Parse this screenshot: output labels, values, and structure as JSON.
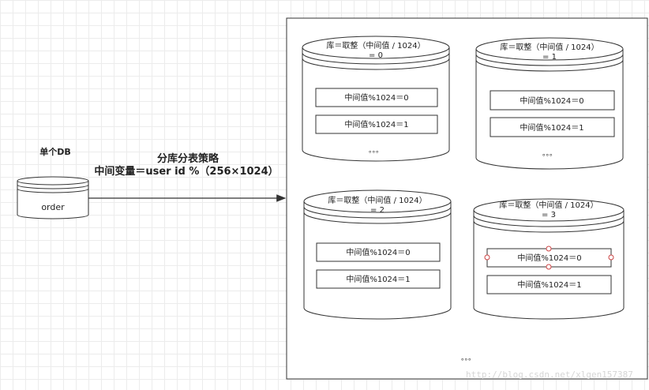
{
  "single_db": {
    "title": "单个DB",
    "table_name": "order"
  },
  "strategy": {
    "title": "分库分表策略",
    "formula": "中间变量＝user id %（256×1024）"
  },
  "databases": [
    {
      "label_line1": "库＝取整（中间值 / 1024）",
      "label_line2": "= 0",
      "tables": [
        "中间值%1024＝0",
        "中间值%1024＝1"
      ],
      "more": "。。。"
    },
    {
      "label_line1": "库＝取整（中间值 / 1024）",
      "label_line2": "= 1",
      "tables": [
        "中间值%1024＝0",
        "中间值%1024＝1"
      ],
      "more": "。。。"
    },
    {
      "label_line1": "库＝取整（中间值 / 1024）",
      "label_line2": "= 2",
      "tables": [
        "中间值%1024＝0",
        "中间值%1024＝1"
      ],
      "more": ""
    },
    {
      "label_line1": "库＝取整（中间值 / 1024）",
      "label_line2": "= 3",
      "tables": [
        "中间值%1024＝0",
        "中间值%1024＝1"
      ],
      "more": ""
    }
  ],
  "more_databases": "。。。",
  "watermark": "http://blog.csdn.net/xlgen157387"
}
